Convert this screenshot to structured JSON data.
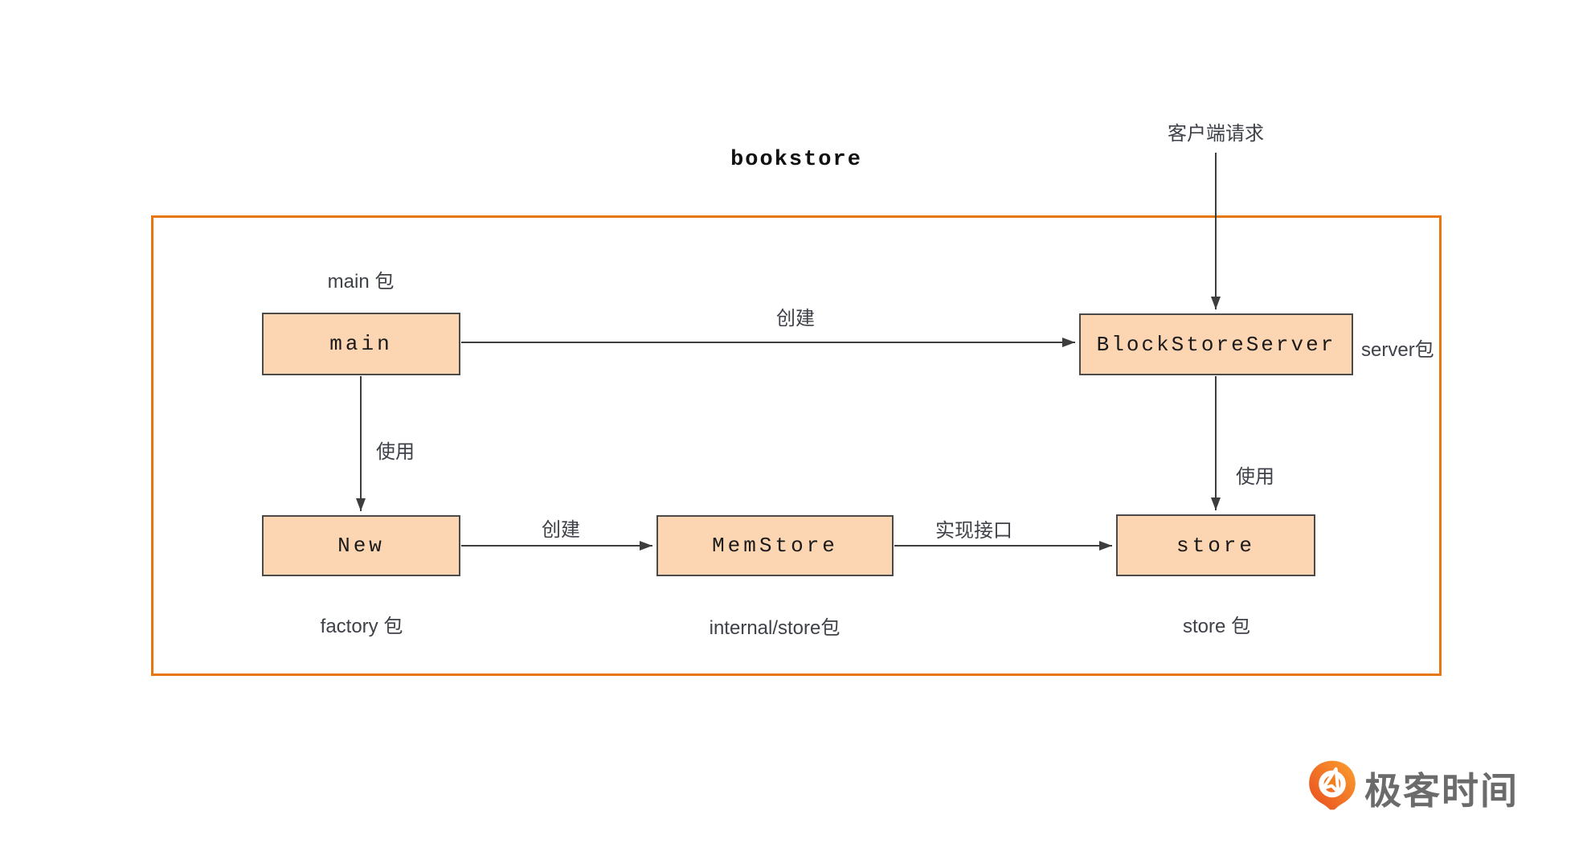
{
  "diagram": {
    "title": "bookstore",
    "client_request_label": "客户端请求",
    "nodes": {
      "main": {
        "label": "main",
        "package": "main 包"
      },
      "block_store_server": {
        "label": "BlockStoreServer",
        "package": "server包"
      },
      "new": {
        "label": "New",
        "package": "factory 包"
      },
      "mem_store": {
        "label": "MemStore",
        "package": "internal/store包"
      },
      "store": {
        "label": "store",
        "package": "store 包"
      }
    },
    "edges": {
      "main_to_server": "创建",
      "main_to_new": "使用",
      "server_to_store": "使用",
      "new_to_memstore": "创建",
      "memstore_to_store": "实现接口"
    },
    "colors": {
      "frame_border": "#E8770F",
      "node_fill": "#FCD5B3",
      "node_border": "#4A4A4A",
      "arrow": "#3D3D3D",
      "label_text": "#3F4148"
    }
  },
  "footer": {
    "logo_text": "极客时间",
    "logo_orange_dark": "#E8491F",
    "logo_orange_light": "#FBA02F",
    "logo_text_color": "#6B6B6B"
  }
}
